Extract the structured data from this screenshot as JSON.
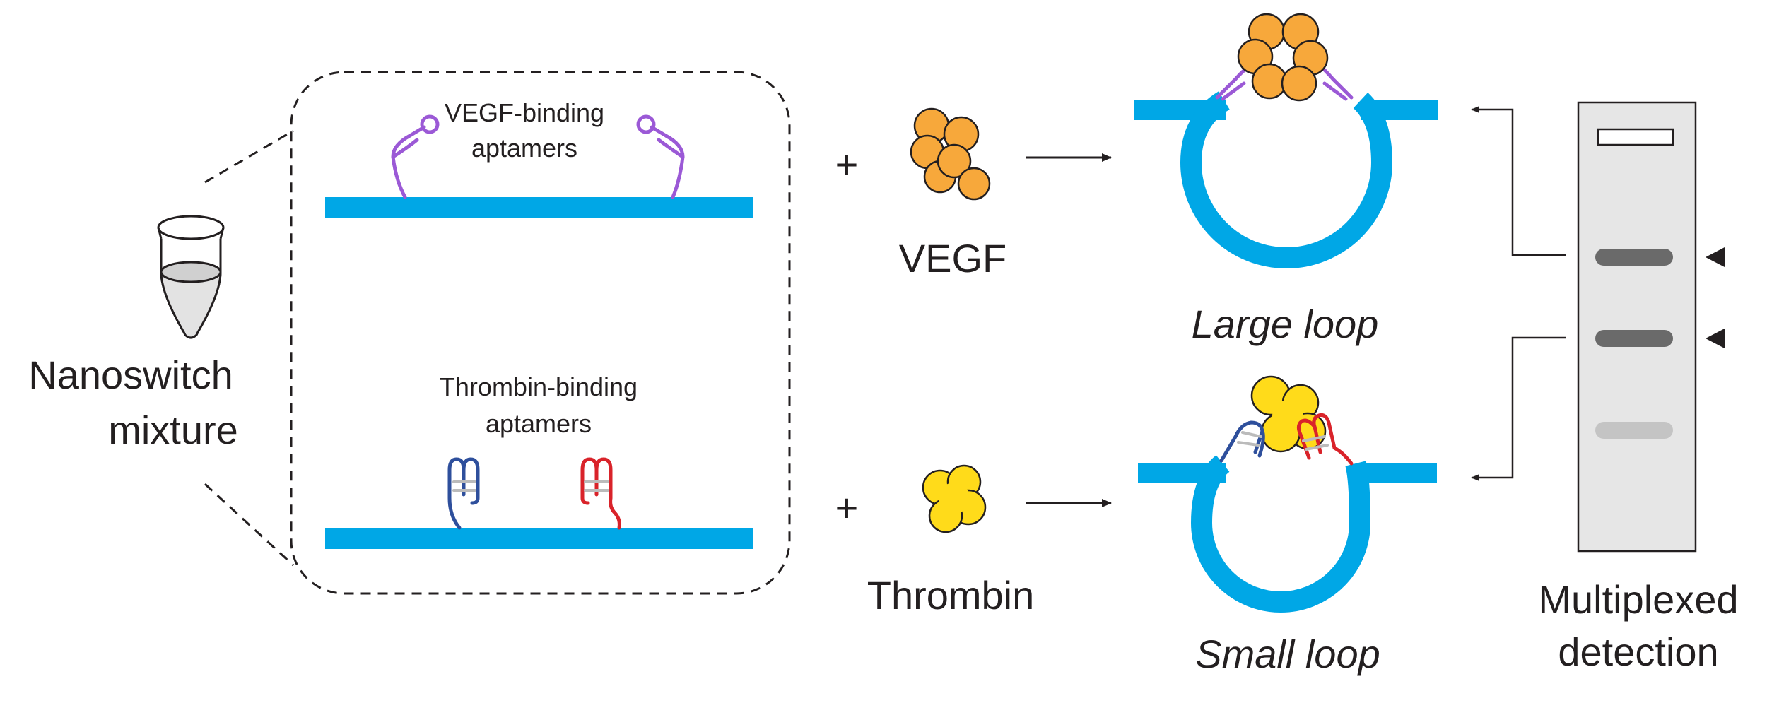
{
  "labels": {
    "nanoswitch_line1": "Nanoswitch",
    "nanoswitch_line2": "mixture",
    "vegf_aptamers_line1": "VEGF-binding",
    "vegf_aptamers_line2": "aptamers",
    "thrombin_aptamers_line1": "Thrombin-binding",
    "thrombin_aptamers_line2": "aptamers",
    "plus_top": "+",
    "plus_bottom": "+",
    "vegf": "VEGF",
    "thrombin": "Thrombin",
    "large_loop": "Large loop",
    "small_loop": "Small loop",
    "detection_line1": "Multiplexed",
    "detection_line2": "detection"
  },
  "colors": {
    "dna": "#00a7e6",
    "vegf_aptamer": "#9b59d6",
    "thrombin_aptamer_blue": "#2e4f9c",
    "thrombin_aptamer_red": "#d9232a",
    "vegf_protein": "#f7a83b",
    "thrombin_protein": "#ffdb1a",
    "gel_bg": "#e6e6e6",
    "band_dark": "#6a6a6a",
    "band_light": "#c4c4c4"
  },
  "gel": {
    "bands": [
      {
        "name": "large-loop-band",
        "intensity": "dark",
        "marked": true
      },
      {
        "name": "small-loop-band",
        "intensity": "dark",
        "marked": true
      },
      {
        "name": "unlooped-band",
        "intensity": "light",
        "marked": false
      }
    ]
  }
}
